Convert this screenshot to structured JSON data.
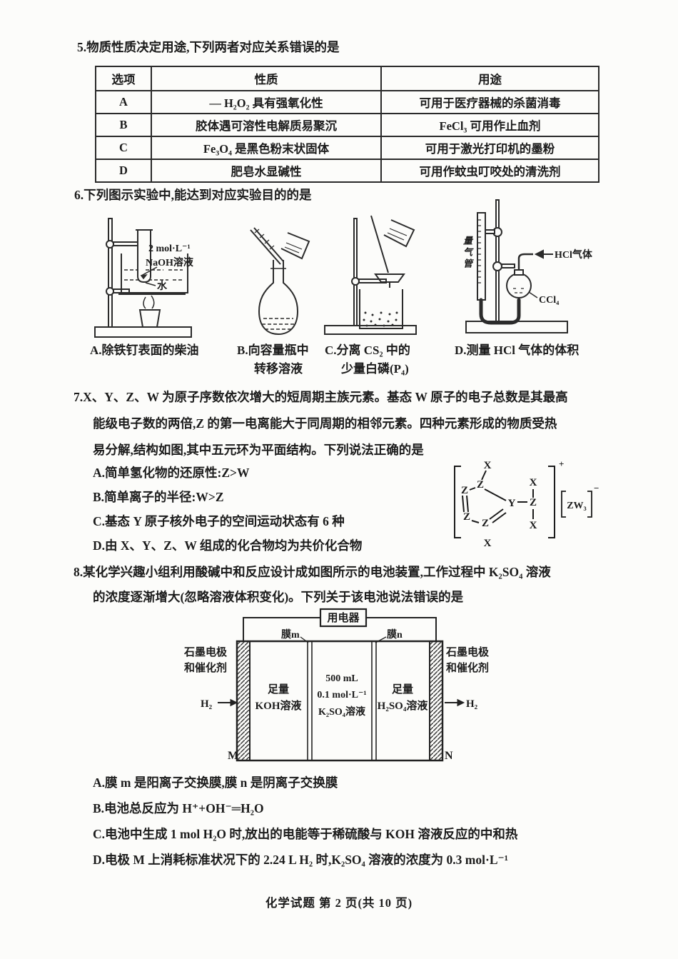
{
  "page": {
    "footer": "化学试题 第 2 页(共 10 页)"
  },
  "q5": {
    "stem": "5.物质性质决定用途,下列两者对应关系错误的是",
    "table": {
      "headers": [
        "选项",
        "性质",
        "用途"
      ],
      "rows": [
        {
          "option": "A",
          "property": "— H₂O₂ 具有强氧化性",
          "use": "可用于医疗器械的杀菌消毒"
        },
        {
          "option": "B",
          "property": "胶体遇可溶性电解质易聚沉",
          "use": "FeCl₃ 可用作止血剂"
        },
        {
          "option": "C",
          "property": "Fe₃O₄ 是黑色粉末状固体",
          "use": "可用于激光打印机的墨粉"
        },
        {
          "option": "D",
          "property": "肥皂水显碱性",
          "use": "可用作蚊虫叮咬处的清洗剂"
        }
      ]
    }
  },
  "q6": {
    "stem": "6.下列图示实验中,能达到对应实验目的的是",
    "figA": {
      "caption": "A.除铁钉表面的柴油",
      "labels": {
        "conc": "2 mol·L⁻¹",
        "naoh": "NaOH溶液",
        "water": "水"
      }
    },
    "figB": {
      "caption1": "B.向容量瓶中",
      "caption2": "转移溶液"
    },
    "figC": {
      "caption1": "C.分离 CS₂ 中的",
      "caption2": "少量白磷(P₄)"
    },
    "figD": {
      "caption": "D.测量 HCl 气体的体积",
      "labels": {
        "gas": "HCl气体",
        "ccl4": "CCl₄",
        "tube": "量气管"
      }
    }
  },
  "q7": {
    "stem_line1": "7.X、Y、Z、W 为原子序数依次增大的短周期主族元素。基态 W 原子的电子总数是其最高",
    "stem_line2": "能级电子数的两倍,Z 的第一电离能大于同周期的相邻元素。四种元素形成的物质受热",
    "stem_line3": "易分解,结构如图,其中五元环为平面结构。下列说法正确的是",
    "options": [
      "A.简单氢化物的还原性:Z>W",
      "B.简单离子的半径:W>Z",
      "C.基态 Y 原子核外电子的空间运动状态有 6 种",
      "D.由 X、Y、Z、W 组成的化合物均为共价化合物"
    ],
    "structure": {
      "x": "X",
      "y": "Y",
      "z": "Z",
      "anion": "ZW₃",
      "cation_charge": "+",
      "anion_charge": "−"
    }
  },
  "q8": {
    "stem_line1": "8.某化学兴趣小组利用酸碱中和反应设计成如图所示的电池装置,工作过程中 K₂SO₄ 溶液",
    "stem_line2": "的浓度逐渐增大(忽略溶液体积变化)。下列关于该电池说法错误的是",
    "cell": {
      "load": "用电器",
      "membrane_m": "膜m",
      "membrane_n": "膜n",
      "electrode_line1": "石墨电极",
      "electrode_line2": "和催化剂",
      "h2": "H₂",
      "left_sol_1": "足量",
      "left_sol_2": "KOH溶液",
      "mid_sol_1": "500 mL",
      "mid_sol_2": "0.1 mol·L⁻¹",
      "mid_sol_3": "K₂SO₄溶液",
      "right_sol_1": "足量",
      "right_sol_2": "H₂SO₄溶液",
      "m": "M",
      "n": "N"
    },
    "options": [
      "A.膜 m 是阳离子交换膜,膜 n 是阴离子交换膜",
      "B.电池总反应为 H⁺+OH⁻═H₂O",
      "C.电池中生成 1 mol H₂O 时,放出的电能等于稀硫酸与 KOH 溶液反应的中和热",
      "D.电极 M 上消耗标准状况下的 2.24 L H₂ 时,K₂SO₄ 溶液的浓度为 0.3 mol·L⁻¹"
    ]
  }
}
